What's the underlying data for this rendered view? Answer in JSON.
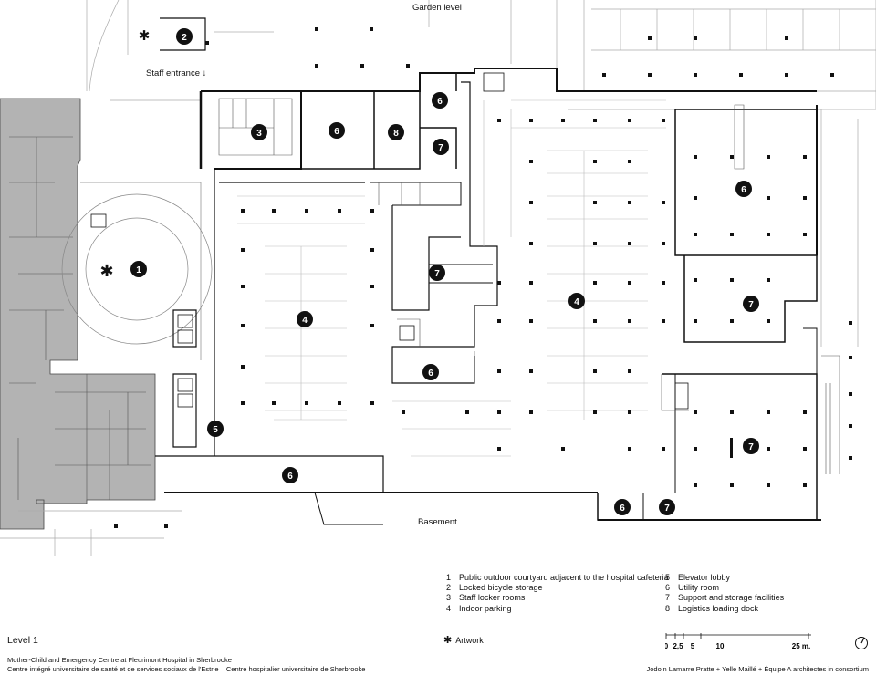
{
  "labels": {
    "garden_level": "Garden level",
    "staff_entrance": "Staff entrance",
    "staff_entrance_arrow": "↓",
    "basement": "Basement"
  },
  "markers": [
    {
      "num": "1",
      "name": "marker-1-courtyard"
    },
    {
      "num": "2",
      "name": "marker-2-bicycle"
    },
    {
      "num": "3",
      "name": "marker-3-lockers"
    },
    {
      "num": "4",
      "name": "marker-4-parking-west"
    },
    {
      "num": "4",
      "name": "marker-4-parking-east"
    },
    {
      "num": "5",
      "name": "marker-5-elevator"
    },
    {
      "num": "6",
      "name": "marker-6-utility"
    },
    {
      "num": "7",
      "name": "marker-7-support"
    },
    {
      "num": "8",
      "name": "marker-8-loading"
    }
  ],
  "legend": {
    "left": [
      {
        "num": "1",
        "text": "Public outdoor courtyard adjacent to the hospital cafeteria"
      },
      {
        "num": "2",
        "text": "Locked bicycle storage"
      },
      {
        "num": "3",
        "text": "Staff locker rooms"
      },
      {
        "num": "4",
        "text": "Indoor parking"
      }
    ],
    "right": [
      {
        "num": "5",
        "text": "Elevator lobby"
      },
      {
        "num": "6",
        "text": "Utility room"
      },
      {
        "num": "7",
        "text": "Support and storage facilities"
      },
      {
        "num": "8",
        "text": "Logistics loading dock"
      }
    ]
  },
  "artwork_legend": {
    "symbol": "✱",
    "text": "Artwork"
  },
  "title": "Level 1",
  "project": {
    "line1": "Mother-Child and Emergency Centre at Fleurimont Hospital in Sherbrooke",
    "line2": "Centre intégré universitaire de santé et de services sociaux de l'Estrie – Centre hospitalier universitaire de Sherbrooke"
  },
  "credits": "Jodoin Lamarre Pratte + Yelle Maillé + Équipe A architectes in consortium",
  "scale": {
    "ticks": [
      "0",
      "2,5",
      "5",
      "10",
      "25 m."
    ]
  },
  "colors": {
    "existing_building": "#b3b3b3",
    "line": "#111111",
    "background": "#ffffff"
  }
}
